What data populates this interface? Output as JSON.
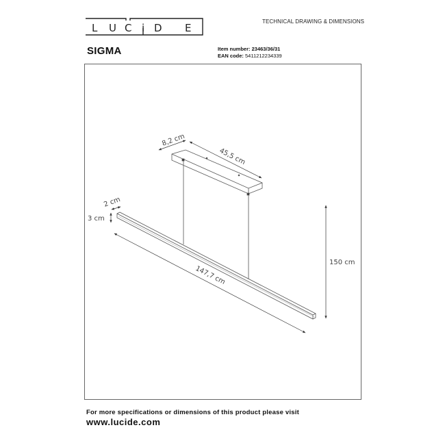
{
  "header": {
    "brand_letters": [
      "L",
      "U",
      "C",
      "i",
      "D",
      "E"
    ],
    "document_type": "TECHNICAL DRAWING & DIMENSIONS"
  },
  "product": {
    "name": "SIGMA",
    "item_number_label": "Item number:",
    "item_number": "23463/36/31",
    "ean_label": "EAN code:",
    "ean": "5411212234339"
  },
  "dimensions": {
    "canopy_depth": "8,2 cm",
    "canopy_length": "45,5 cm",
    "bar_width": "2 cm",
    "bar_height": "3 cm",
    "bar_length": "147,7 cm",
    "total_height": "150 cm"
  },
  "footer": {
    "note": "For more specifications or dimensions of this product please visit",
    "url": "www.lucide.com"
  },
  "colors": {
    "line": "#555555",
    "frame": "#666666",
    "text": "#111111"
  }
}
